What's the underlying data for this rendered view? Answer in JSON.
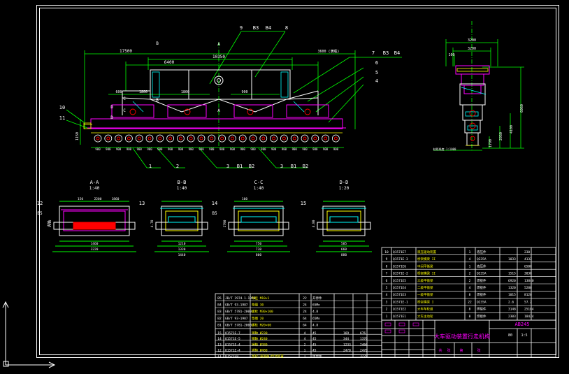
{
  "colors": {
    "background": "#000000",
    "frame": "#ffffff",
    "green": "#00ff00",
    "white": "#ffffff",
    "magenta": "#ff00ff",
    "yellow": "#ffff00",
    "red": "#ff0000",
    "cyan": "#00ffff"
  },
  "main_view": {
    "callouts_top": [
      "9",
      "B3",
      "B4",
      "8"
    ],
    "callouts_right": [
      "7",
      "B3",
      "B4",
      "6",
      "5",
      "4"
    ],
    "callouts_left": [
      "10",
      "11"
    ],
    "callouts_bottom": [
      "1",
      "2",
      "3",
      "B1",
      "B2",
      "3",
      "B1",
      "B2"
    ],
    "section_marks": [
      "A",
      "A",
      "B",
      "B",
      "C",
      "C",
      "D",
      "D"
    ],
    "dim_overall": "17500",
    "dim_right_note": "3600 (满载)",
    "dim_6400": "6400",
    "dim_1800": "1800",
    "dim_top_center": "10350",
    "dim_small": [
      "600",
      "1800",
      "1800",
      "900"
    ],
    "bottom_dims": [
      "900",
      "900",
      "900",
      "900",
      "900",
      "900",
      "900",
      "900",
      "900",
      "900",
      "900",
      "900",
      "900",
      "900",
      "900",
      "900",
      "900",
      "900",
      "900",
      "900",
      "900",
      "900",
      "900",
      "900"
    ],
    "left_height": "1150"
  },
  "side_view": {
    "dim_top1": "3200",
    "dim_top2": "3200",
    "dims_right": [
      "6060",
      "4100",
      "2950",
      "1790"
    ],
    "dim_left": "100",
    "bottom_note": "轨距线度 1:1000"
  },
  "sections": [
    {
      "id": "A-A",
      "scale": "1:40",
      "item": "12",
      "ref": "B5",
      "dims_top": [
        "150",
        "2200",
        "1860"
      ],
      "dims_bottom": [
        "1460",
        "3220"
      ],
      "side": [
        "1110",
        "150"
      ]
    },
    {
      "id": "B-B",
      "scale": "1:40",
      "item": "13",
      "ref": "",
      "dims_top": [],
      "dims_bottom": [
        "1210",
        "1330",
        "1440"
      ],
      "side": [
        "4.70"
      ]
    },
    {
      "id": "C-C",
      "scale": "1:40",
      "item": "14",
      "ref": "B5",
      "dims_top": [
        "100"
      ],
      "dims_bottom": [
        "750",
        "730",
        "800"
      ],
      "side": [
        "1790"
      ]
    },
    {
      "id": "D-D",
      "scale": "1:20",
      "item": "15",
      "ref": "",
      "dims_top": [],
      "dims_bottom": [
        "585",
        "660",
        "880"
      ],
      "side": [
        "4.80"
      ]
    }
  ],
  "parts_table_right": {
    "rows": [
      [
        "10",
        "Q1571E7",
        "液压驱动装置",
        "1",
        "液压件",
        "",
        "230"
      ],
      [
        "9",
        "Q1571E-3",
        "桥架横梁 II",
        "4",
        "Q235A",
        "1033",
        "4132"
      ],
      [
        "8",
        "Q1571E6",
        "中间平衡梁",
        "1",
        "液压件",
        "",
        "6500"
      ],
      [
        "7",
        "Q1571E-2",
        "桥架横梁 II",
        "2",
        "Q235A",
        "1515",
        "3030"
      ],
      [
        "6",
        "Q1571E5",
        "三级平衡梁",
        "2",
        "焊接件",
        "6920",
        "13840"
      ],
      [
        "5",
        "Q1571E4",
        "二级平衡梁",
        "4",
        "焊接件",
        "1320",
        "5280"
      ],
      [
        "4",
        "Q1571E3",
        "一级平衡梁",
        "8",
        "焊接件",
        "1015",
        "8120"
      ],
      [
        "3",
        "Q1571E-1",
        "桥架横梁 I",
        "22",
        "Q235A",
        "2.6",
        "57.2"
      ],
      [
        "2",
        "Q1571E2",
        "大车车轮组",
        "8",
        "焊接件",
        "3148",
        "25184"
      ],
      [
        "1",
        "Q1571E1",
        "大车主动轮",
        "8",
        "焊接件",
        "2303",
        "18424"
      ]
    ]
  },
  "parts_table_left": {
    "std_rows": [
      [
        "B5",
        "JB/T 2974.1-1998",
        "吊挂 M10×1",
        "22",
        "开停件",
        "",
        ""
      ],
      [
        "B4",
        "GB/T 93-1987",
        "垫圈 30",
        "24",
        "65Mn",
        "",
        ""
      ],
      [
        "B3",
        "GB/T 5781-2000",
        "螺栓 M30×100",
        "24",
        "4.8",
        "",
        ""
      ],
      [
        "B2",
        "GB/T 93-1987",
        "垫圈 20",
        "64",
        "65Mn",
        "",
        ""
      ],
      [
        "B1",
        "GB/T 5781-2000",
        "螺栓 M20×60",
        "64",
        "4.8",
        "",
        ""
      ]
    ],
    "part_rows": [
      [
        "15",
        "Q1571E-7",
        "销轴 Ø230",
        "4",
        "45",
        "169",
        "676"
      ],
      [
        "14",
        "Q1571E-5",
        "销轴 Ø240",
        "4",
        "45",
        "344",
        "1376"
      ],
      [
        "13",
        "Q1571E-4",
        "销轴 Ø380",
        "2",
        "45",
        "1233",
        "2466"
      ],
      [
        "12",
        "Q1571E-4",
        "销轴 Ø480",
        "1",
        "45",
        "2470",
        "2470"
      ],
      [
        "11",
        "Q1571E8",
        "齿轮(减速器)传动装置",
        "1",
        "组合件",
        "",
        "3270"
      ]
    ]
  },
  "title_block": {
    "title": "大车驱动装置行走机构",
    "drawing_no": "AB245",
    "scale_values": [
      "80",
      "1:5"
    ],
    "small_marks": [
      "共",
      "张",
      "第",
      "张"
    ]
  }
}
